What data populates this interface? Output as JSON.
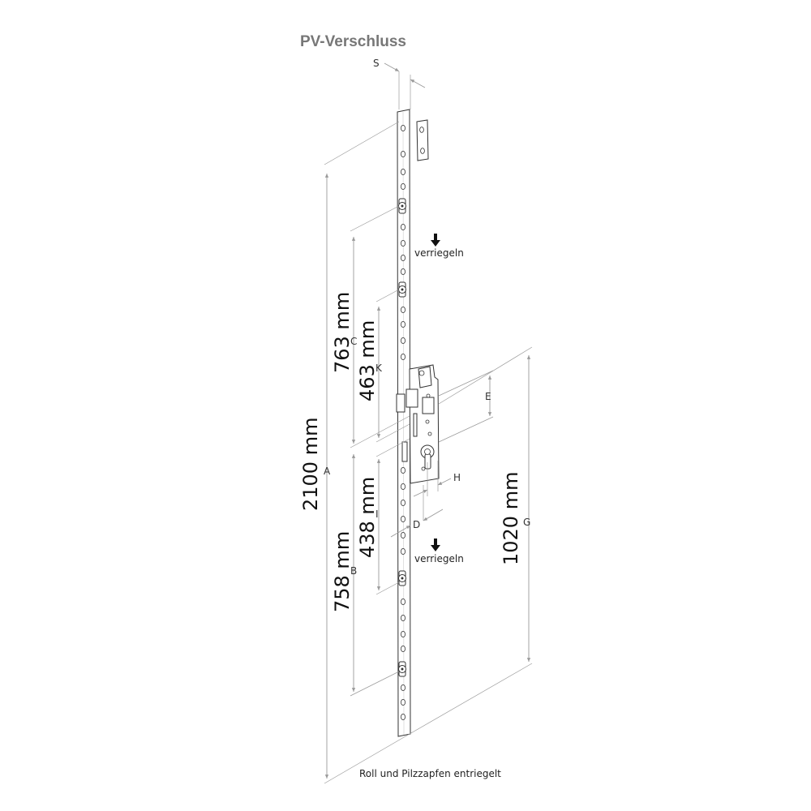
{
  "title": "PV-Verschluss",
  "dimensions": [
    {
      "letter": "A",
      "value": "2100 mm"
    },
    {
      "letter": "B",
      "value": "758 mm"
    },
    {
      "letter": "C",
      "value": "763 mm"
    },
    {
      "letter": "G",
      "value": "1020 mm"
    },
    {
      "letter": "I",
      "value": "438 mm"
    },
    {
      "letter": "K",
      "value": "463 mm"
    }
  ],
  "letters": {
    "S": "S",
    "E": "E",
    "H": "H",
    "D": "D"
  },
  "arrows": [
    {
      "label": "verriegeln"
    },
    {
      "label": "verriegeln"
    }
  ],
  "caption": "Roll und Pilzzapfen entriegelt",
  "colors": {
    "lines": "#333333",
    "dimension_lines": "#9a9a9a",
    "title": "#777777"
  }
}
